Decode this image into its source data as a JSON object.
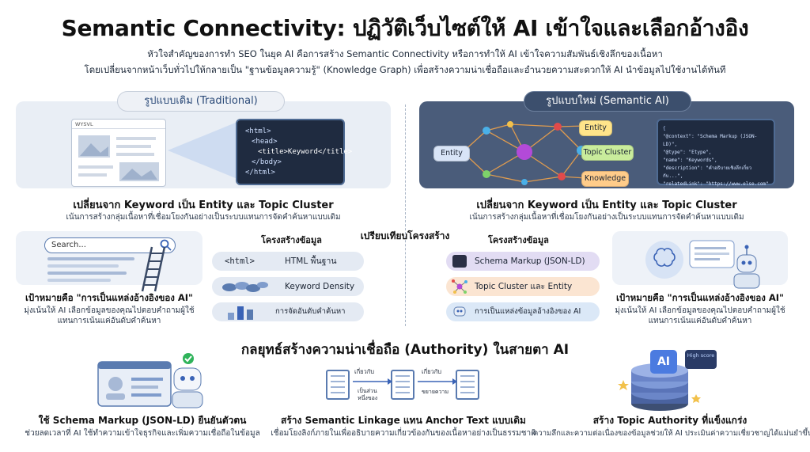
{
  "header": {
    "title": "Semantic Connectivity: ปฏิวัติเว็บไซต์ให้ AI เข้าใจและเลือกอ้างอิง",
    "subtitle_1": "หัวใจสำคัญของการทำ SEO ในยุค AI คือการสร้าง Semantic Connectivity หรือการทำให้ AI เข้าใจความสัมพันธ์เชิงลึกของเนื้อหา",
    "subtitle_2": "โดยเปลี่ยนจากหน้าเว็บทั่วไปให้กลายเป็น \"ฐานข้อมูลความรู้\" (Knowledge Graph) เพื่อสร้างความน่าเชื่อถือและอำนวยความสะดวกให้ AI นำข้อมูลไปใช้งานได้ทันที"
  },
  "traditional": {
    "pill": "รูปแบบเดิม (Traditional)",
    "browser_label": "WYSVL",
    "code_lines": [
      "<html>",
      "<head>",
      "<title>Keyword</title>",
      "</body>",
      "</html>"
    ],
    "caption": "เปลี่ยนจาก Keyword เป็น Entity และ Topic Cluster",
    "caption_sub": "เน้นการสร้างกลุ่มเนื้อหาที่เชื่อมโยงกันอย่างเป็นระบบแทนการจัดคำค้นหาแบบเดิม"
  },
  "semantic": {
    "pill": "รูปแบบใหม่ (Semantic AI)",
    "nodes": {
      "entity_top": "Entity",
      "entity_left": "Entity",
      "topic_cluster": "Topic Cluster",
      "knowledge": "Knowledge"
    },
    "code_lines": [
      "\"@context\": \"Schema Markup (JSON-LD)\",",
      "\"@type\": \"Etype\",",
      "\"name\": \"Keywords\",",
      "\"description\": \"คำอธิบายเชิงลึกเกี่ยวกับ...\",",
      "\"relatedLink\": \"https://www.else.com\""
    ],
    "caption": "เปลี่ยนจาก Keyword เป็น Entity และ Topic Cluster",
    "caption_sub": "เน้นการสร้างกลุ่มเนื้อหาที่เชื่อมโยงกันอย่างเป็นระบบแทนการจัดคำค้นหาแบบเดิม"
  },
  "compare": {
    "title": "เปรียบเทียบโครงสร้าง",
    "left_header": "โครงสร้างข้อมูล",
    "right_header": "โครงสร้างข้อมูล",
    "left_rows": [
      {
        "icon": "<html>",
        "label": "HTML พื้นฐาน"
      },
      {
        "icon": "",
        "label": "Keyword Density"
      },
      {
        "icon": "",
        "label": "การจัดอันดับคำค้นหา"
      }
    ],
    "right_rows": [
      {
        "label": "Schema Markup (JSON-LD)"
      },
      {
        "label": "Topic Cluster และ Entity"
      },
      {
        "label": "การเป็นแหล่งข้อมูลอ้างอิงของ AI"
      }
    ]
  },
  "goal_left": {
    "search_placeholder": "Search...",
    "title": "เป้าหมายคือ \"การเป็นแหล่งอ้างอิงของ AI\"",
    "desc_1": "มุ่งเน้นให้ AI เลือกข้อมูลของคุณไปตอบคำถามผู้ใช้",
    "desc_2": "แทนการเน้นแค่อันดับคำค้นหา"
  },
  "goal_right": {
    "title": "เป้าหมายคือ \"การเป็นแหล่งอ้างอิงของ AI\"",
    "desc_1": "มุ่งเน้นให้ AI เลือกข้อมูลของคุณไปตอบคำถามผู้ใช้",
    "desc_2": "แทนการเน้นแค่อันดับคำค้นหา"
  },
  "authority": {
    "title": "กลยุทธ์สร้างความน่าเชื่อถือ (Authority) ในสายตา AI",
    "items": [
      {
        "title": "ใช้ Schema Markup (JSON-LD) ยืนยันตัวตน",
        "desc": "ช่วยลดเวลาที่ AI ใช้ทำความเข้าใจธุรกิจและเพิ่มความเชื่อถือในข้อมูล"
      },
      {
        "title": "สร้าง Semantic Linkage แทน Anchor Text แบบเดิม",
        "desc": "เชื่อมโยงลิงก์ภายในเพื่ออธิบายความเกี่ยวข้องกันของเนื้อหาอย่างเป็นธรรมชาติ"
      },
      {
        "title": "สร้าง Topic Authority ที่แข็งแกร่ง",
        "desc": "ความลึกและความต่อเนื่องของข้อมูลช่วยให้ AI ประเมินค่าความเชี่ยวชาญได้แม่นยำขึ้น"
      }
    ],
    "link_labels": [
      "เกี่ยวกับ",
      "เป็นส่วนหนึ่งของ",
      "เกี่ยวกับ",
      "ขยายความ"
    ],
    "ai_label": "AI",
    "badge": "High score"
  },
  "colors": {
    "accent_blue": "#3a63b6",
    "dark_panel": "#3c4f6d",
    "green_check": "#2fb35a"
  }
}
